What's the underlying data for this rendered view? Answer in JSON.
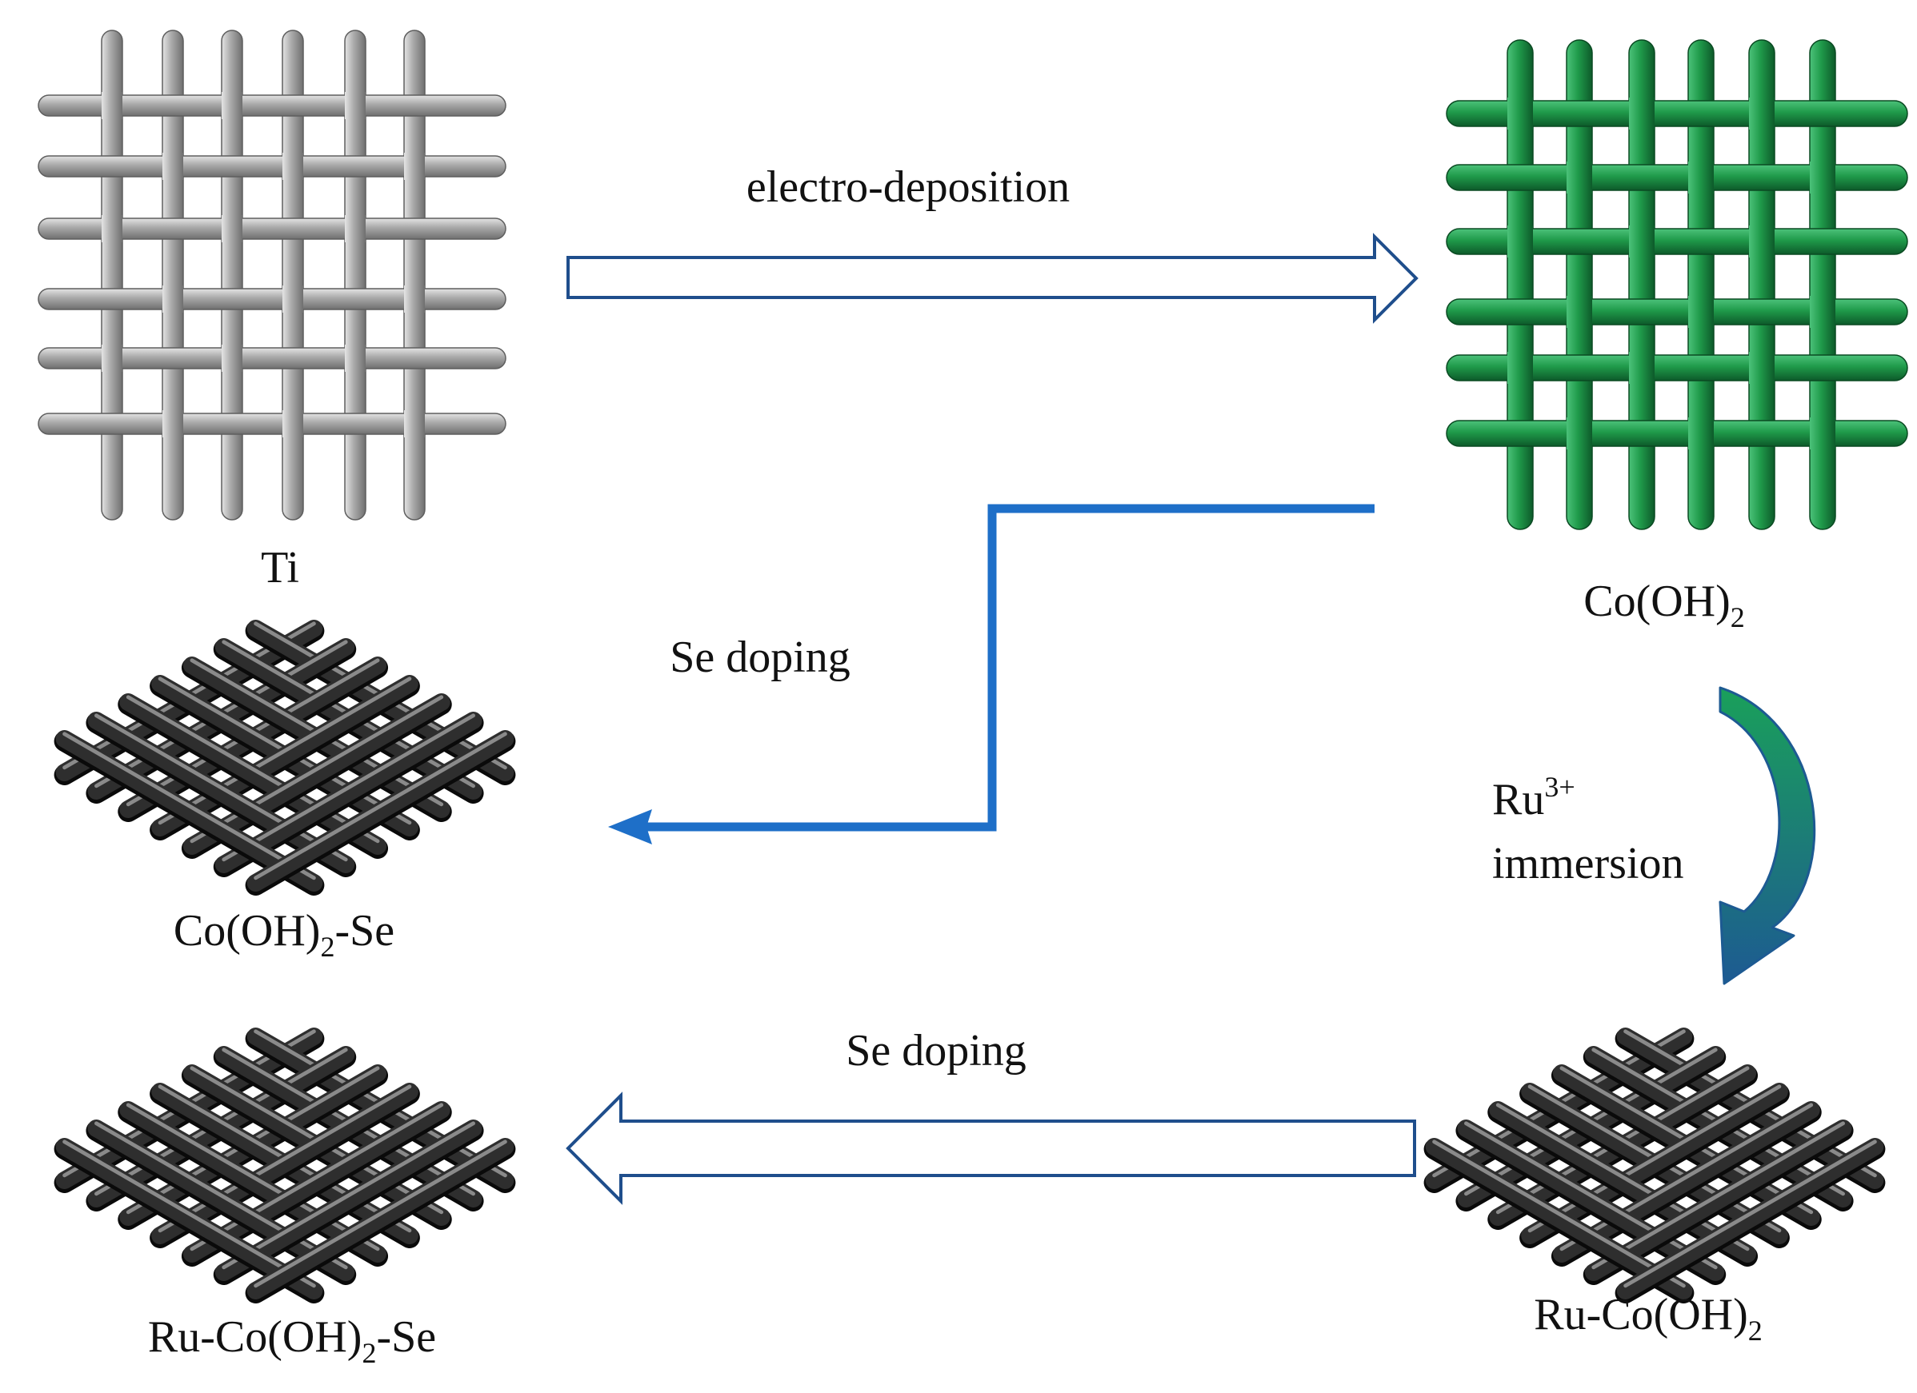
{
  "materials": {
    "ti": {
      "label": "Ti"
    },
    "co_oh2": {
      "label_main": "Co(OH)",
      "label_sub": "2"
    },
    "co_oh2_se": {
      "label_main": "Co(OH)",
      "label_sub": "2",
      "label_tail": "-Se"
    },
    "ru_co_oh2": {
      "label_main": "Ru-Co(OH)",
      "label_sub": "2"
    },
    "ru_co_oh2_se": {
      "label_main": "Ru-Co(OH)",
      "label_sub": "2",
      "label_tail": "-Se"
    }
  },
  "steps": {
    "electrodeposition": {
      "label": "electro-deposition"
    },
    "se_doping_upper": {
      "label": "Se doping"
    },
    "ru_immersion": {
      "label_ion": "Ru",
      "label_charge": "3+",
      "label_rest": "immersion"
    },
    "se_doping_lower": {
      "label": "Se doping"
    }
  },
  "colors": {
    "ti_mesh": "#a6a6a6",
    "co_mesh": "#1f9a4a",
    "doped_mesh": "#2e2e2e",
    "arrow_outline": "#1f4e8c",
    "arrow_solid": "#1e6fc8",
    "curve_green": "#1aa05a",
    "curve_blue": "#1d5a92"
  }
}
